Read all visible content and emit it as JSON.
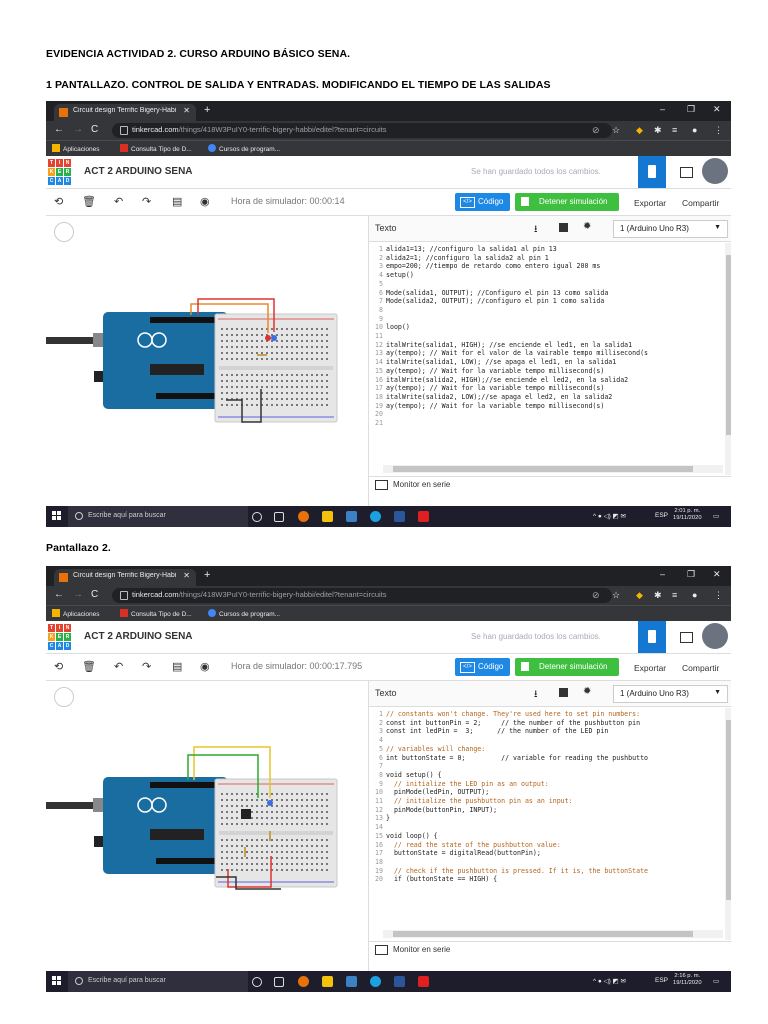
{
  "document": {
    "heading": "EVIDENCIA ACTIVIDAD 2. CURSO ARDUINO BÁSICO SENA.",
    "subheading": "1 PANTALLAZO. CONTROL DE SALIDA Y ENTRADAS. MODIFICANDO EL TIEMPO DE LAS SALIDAS",
    "caption2": "Pantallazo 2."
  },
  "screenshots": [
    {
      "browser": {
        "tab_title": "Circuit design Terrific Bigery-Habi",
        "url_host": "tinkercad.com",
        "url_path": "/things/418W3PuIY0-terrific-bigery-habbi/editel?tenant=circuits",
        "bookmarks": [
          "Aplicaciones",
          "Consulta Tipo de D...",
          "Cursos de program..."
        ]
      },
      "app": {
        "logo_letters": [
          "T",
          "I",
          "N",
          "K",
          "E",
          "R",
          "C",
          "A",
          "D"
        ],
        "project_name": "ACT 2 ARDUINO SENA",
        "save_status": "Se han guardado todos los cambios."
      },
      "toolbar": {
        "sim_time": "Hora de simulador: 00:00:14",
        "code_label": "Código",
        "stop_label": "Detener simulación",
        "export_label": "Exportar",
        "share_label": "Compartir"
      },
      "code_panel": {
        "mode": "Texto",
        "device": "1 (Arduino Uno R3)",
        "serial_label": "Monitor en serie",
        "lines": [
          {
            "n": "1",
            "t": "alida1=13; //configuro la salida1 al pin 13"
          },
          {
            "n": "2",
            "t": "alida2=1; //configuro la salida2 al pin 1"
          },
          {
            "n": "3",
            "t": "empo=200; //tiempo de retardo como entero igual 200 ms"
          },
          {
            "n": "4",
            "t": "setup()"
          },
          {
            "n": "5",
            "t": ""
          },
          {
            "n": "6",
            "t": "Mode(salida1, OUTPUT); //Configuro el pin 13 como salida"
          },
          {
            "n": "7",
            "t": "Mode(salida2, OUTPUT); //configuro el pin 1 como salida"
          },
          {
            "n": "8",
            "t": ""
          },
          {
            "n": "9",
            "t": ""
          },
          {
            "n": "10",
            "t": "loop()"
          },
          {
            "n": "11",
            "t": ""
          },
          {
            "n": "12",
            "t": "italWrite(salida1, HIGH); //se enciende el led1, en la salida1"
          },
          {
            "n": "13",
            "t": "ay(tempo); // Wait for el valor de la vairable tempo millisecond(s"
          },
          {
            "n": "14",
            "t": "italWrite(salida1, LOW); //se apaga el led1, en la salida1"
          },
          {
            "n": "15",
            "t": "ay(tempo); // Wait for la variable tempo millisecond(s)"
          },
          {
            "n": "16",
            "t": "italWrite(salida2, HIGH);//se enciende el led2, en la salida2"
          },
          {
            "n": "17",
            "t": "ay(tempo); // Wait for la variable tempo millisecond(s)"
          },
          {
            "n": "18",
            "t": "italWrite(salida2, LOW);//se apaga el led2, en la salida2"
          },
          {
            "n": "19",
            "t": "ay(tempo); // Wait for la variable tempo millisecond(s)"
          },
          {
            "n": "20",
            "t": ""
          },
          {
            "n": "21",
            "t": ""
          }
        ]
      },
      "taskbar": {
        "search_placeholder": "Escribe aquí para buscar",
        "lang": "ESP",
        "time": "2:01 p. m.",
        "date": "19/11/2020"
      }
    },
    {
      "browser": {
        "tab_title": "Circuit design Terrific Bigery-Habi",
        "url_host": "tinkercad.com",
        "url_path": "/things/418W3PuIY0-terrific-bigery-habbi/editel?tenant=circuits",
        "bookmarks": [
          "Aplicaciones",
          "Consulta Tipo de D...",
          "Cursos de program..."
        ]
      },
      "app": {
        "logo_letters": [
          "T",
          "I",
          "N",
          "K",
          "E",
          "R",
          "C",
          "A",
          "D"
        ],
        "project_name": "ACT 2 ARDUINO SENA",
        "save_status": "Se han guardado todos los cambios."
      },
      "toolbar": {
        "sim_time": "Hora de simulador: 00:00:17.795",
        "code_label": "Código",
        "stop_label": "Detener simulación",
        "export_label": "Exportar",
        "share_label": "Compartir"
      },
      "code_panel": {
        "mode": "Texto",
        "device": "1 (Arduino Uno R3)",
        "serial_label": "Monitor en serie",
        "lines": [
          {
            "n": "1",
            "t": "// constants won't change. They're used here to set pin numbers:"
          },
          {
            "n": "2",
            "t": "const int buttonPin = 2;     // the number of the pushbutton pin"
          },
          {
            "n": "3",
            "t": "const int ledPin =  3;      // the number of the LED pin"
          },
          {
            "n": "4",
            "t": ""
          },
          {
            "n": "5",
            "t": "// variables will change:"
          },
          {
            "n": "6",
            "t": "int buttonState = 0;         // variable for reading the pushbutto"
          },
          {
            "n": "7",
            "t": ""
          },
          {
            "n": "8",
            "t": "void setup() {"
          },
          {
            "n": "9",
            "t": "  // initialize the LED pin as an output:"
          },
          {
            "n": "10",
            "t": "  pinMode(ledPin, OUTPUT);"
          },
          {
            "n": "11",
            "t": "  // initialize the pushbutton pin as an input:"
          },
          {
            "n": "12",
            "t": "  pinMode(buttonPin, INPUT);"
          },
          {
            "n": "13",
            "t": "}"
          },
          {
            "n": "14",
            "t": ""
          },
          {
            "n": "15",
            "t": "void loop() {"
          },
          {
            "n": "16",
            "t": "  // read the state of the pushbutton value:"
          },
          {
            "n": "17",
            "t": "  buttonState = digitalRead(buttonPin);"
          },
          {
            "n": "18",
            "t": ""
          },
          {
            "n": "19",
            "t": "  // check if the pushbutton is pressed. If it is, the buttonState"
          },
          {
            "n": "20",
            "t": "  if (buttonState == HIGH) {"
          }
        ]
      },
      "taskbar": {
        "search_placeholder": "Escribe aquí para buscar",
        "lang": "ESP",
        "time": "2:16 p. m.",
        "date": "19/11/2020"
      }
    }
  ],
  "colors": {
    "accent_blue": "#1e88e5",
    "run_green": "#3fbf3f",
    "comment": "#b5651d"
  }
}
